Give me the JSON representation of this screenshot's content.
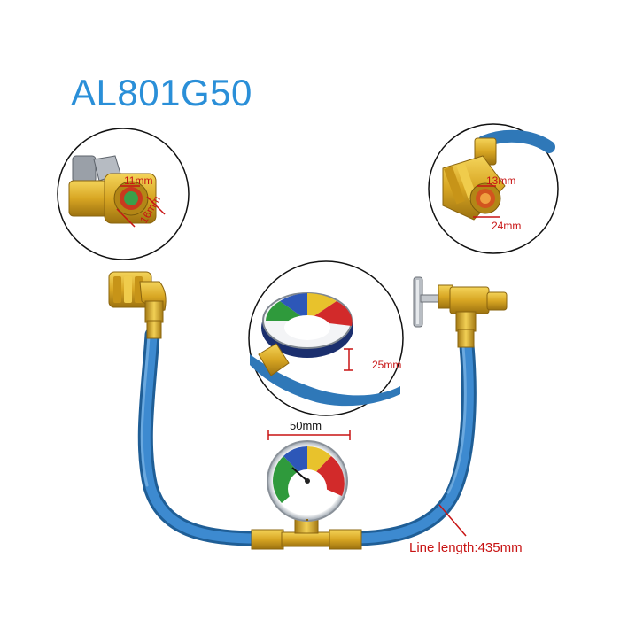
{
  "product": {
    "model": "AL801G50"
  },
  "callouts": {
    "left_coupler": {
      "inner": "11mm",
      "outer": "16mm"
    },
    "right_coupler": {
      "inner": "13mm",
      "outer": "24mm"
    },
    "gauge_depth": "25mm",
    "gauge_diameter": "50mm",
    "line_length": "Line length:435mm"
  },
  "colors": {
    "title": "#2a8fd8",
    "hose": "#2f78b8",
    "brass": "#d8a623",
    "dimension": "#c81414",
    "gauge_green": "#2f9a3c",
    "gauge_blue": "#2d57b8",
    "gauge_yellow": "#e8c22c",
    "gauge_red": "#d22a2a"
  }
}
